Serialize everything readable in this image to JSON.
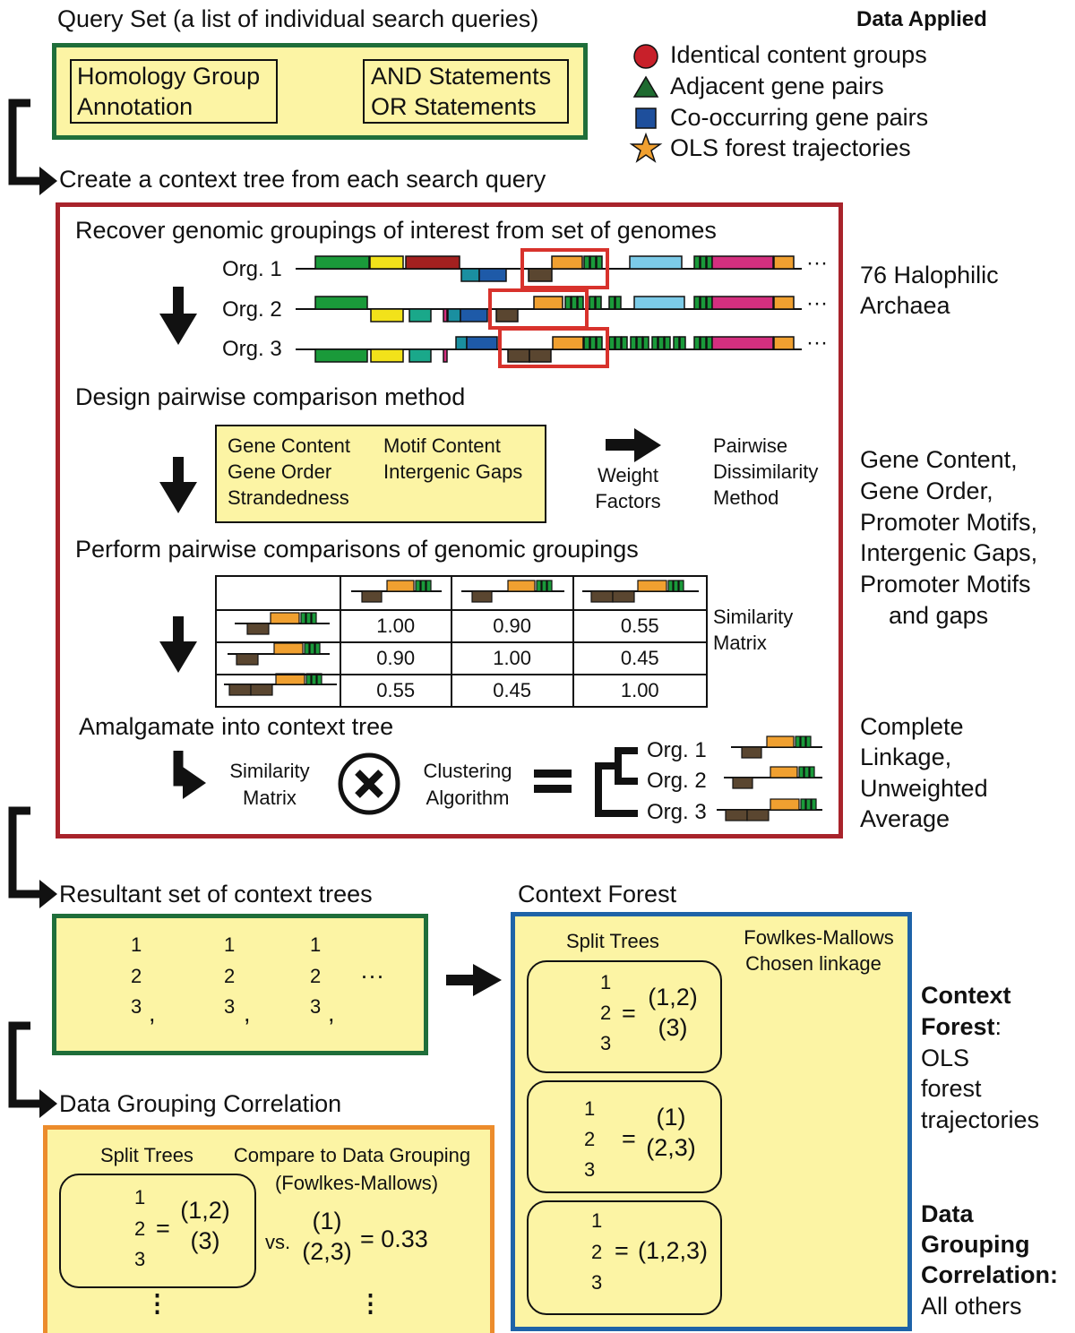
{
  "query_set": {
    "heading": "Query Set (a list of individual search queries)",
    "left_lines": [
      "Homology Group",
      "Annotation"
    ],
    "right_lines": [
      "AND Statements",
      "OR Statements"
    ]
  },
  "data_applied": {
    "heading": "Data Applied",
    "items": [
      {
        "label": "Identical content groups",
        "shape": "circle",
        "color": "#c8202a"
      },
      {
        "label": "Adjacent gene pairs",
        "shape": "triangle",
        "color": "#1f6b30"
      },
      {
        "label": "Co-occurring gene pairs",
        "shape": "square",
        "color": "#1e4f9c"
      },
      {
        "label": "OLS forest trajectories",
        "shape": "star",
        "color": "#f0a030"
      }
    ]
  },
  "create_tree_heading": "Create a context tree from each search query",
  "recover": {
    "heading": "Recover genomic groupings of interest from set of genomes",
    "orgs": [
      "Org. 1",
      "Org. 2",
      "Org. 3"
    ],
    "ellipsis": "···",
    "side_note": [
      "76 Halophilic",
      "Archaea"
    ]
  },
  "design": {
    "heading": "Design pairwise comparison method",
    "factors_left": [
      "Gene Content",
      "Gene Order",
      "Strandedness"
    ],
    "factors_right": [
      "Motif Content",
      "Intergenic Gaps"
    ],
    "weight_label": [
      "Weight",
      "Factors"
    ],
    "method_label": [
      "Pairwise",
      "Dissimilarity",
      "Method"
    ],
    "side_note": [
      "Gene Content,",
      "Gene Order,",
      "Promoter Motifs,",
      "Intergenic Gaps,",
      "Promoter Motifs",
      "and gaps"
    ]
  },
  "perform": {
    "heading": "Perform pairwise comparisons of genomic groupings",
    "matrix": [
      [
        "1.00",
        "0.90",
        "0.55"
      ],
      [
        "0.90",
        "1.00",
        "0.45"
      ],
      [
        "0.55",
        "0.45",
        "1.00"
      ]
    ],
    "matrix_label": [
      "Similarity",
      "Matrix"
    ]
  },
  "amalgamate": {
    "heading": "Amalgamate into context tree",
    "similarity_label": [
      "Similarity",
      "Matrix"
    ],
    "clustering_label": [
      "Clustering",
      "Algorithm"
    ],
    "orgs": [
      "Org. 1",
      "Org. 2",
      "Org. 3"
    ],
    "side_note": [
      "Complete",
      "Linkage,",
      "Unweighted",
      "Average"
    ]
  },
  "resultant": {
    "heading": "Resultant set of context trees",
    "leaf_labels": [
      "1",
      "2",
      "3"
    ],
    "separator": ",",
    "ellipsis": "···"
  },
  "context_forest": {
    "heading": "Context Forest",
    "split_trees_label": "Split Trees",
    "fm_label": [
      "Fowlkes-Mallows",
      "Chosen linkage"
    ],
    "rows": [
      {
        "eq": "=",
        "lines": [
          "(1,2)",
          "(3)"
        ]
      },
      {
        "eq": "=",
        "lines": [
          "(1)",
          "(2,3)"
        ]
      },
      {
        "eq": "=",
        "lines": [
          "(1,2,3)"
        ]
      }
    ],
    "leaf_labels": [
      "1",
      "2",
      "3"
    ]
  },
  "legend_right": {
    "cf_bold": [
      "Context",
      "Forest"
    ],
    "cf_colon": ":",
    "cf_rest": [
      "OLS",
      "forest",
      "trajectories"
    ],
    "dgc_bold": [
      "Data",
      "Grouping",
      "Correlation:"
    ],
    "dgc_rest": "All others"
  },
  "dgc": {
    "heading": "Data Grouping Correlation",
    "split_trees_label": "Split Trees",
    "compare_label": [
      "Compare to Data Grouping",
      "(Fowlkes-Mallows)"
    ],
    "eq": "=",
    "tree_lines": [
      "(1,2)",
      "(3)"
    ],
    "vs": "vs.",
    "group_lines": [
      "(1)",
      "(2,3)"
    ],
    "result": "= 0.33",
    "leaf_labels": [
      "1",
      "2",
      "3"
    ],
    "vdots": "⋮"
  }
}
